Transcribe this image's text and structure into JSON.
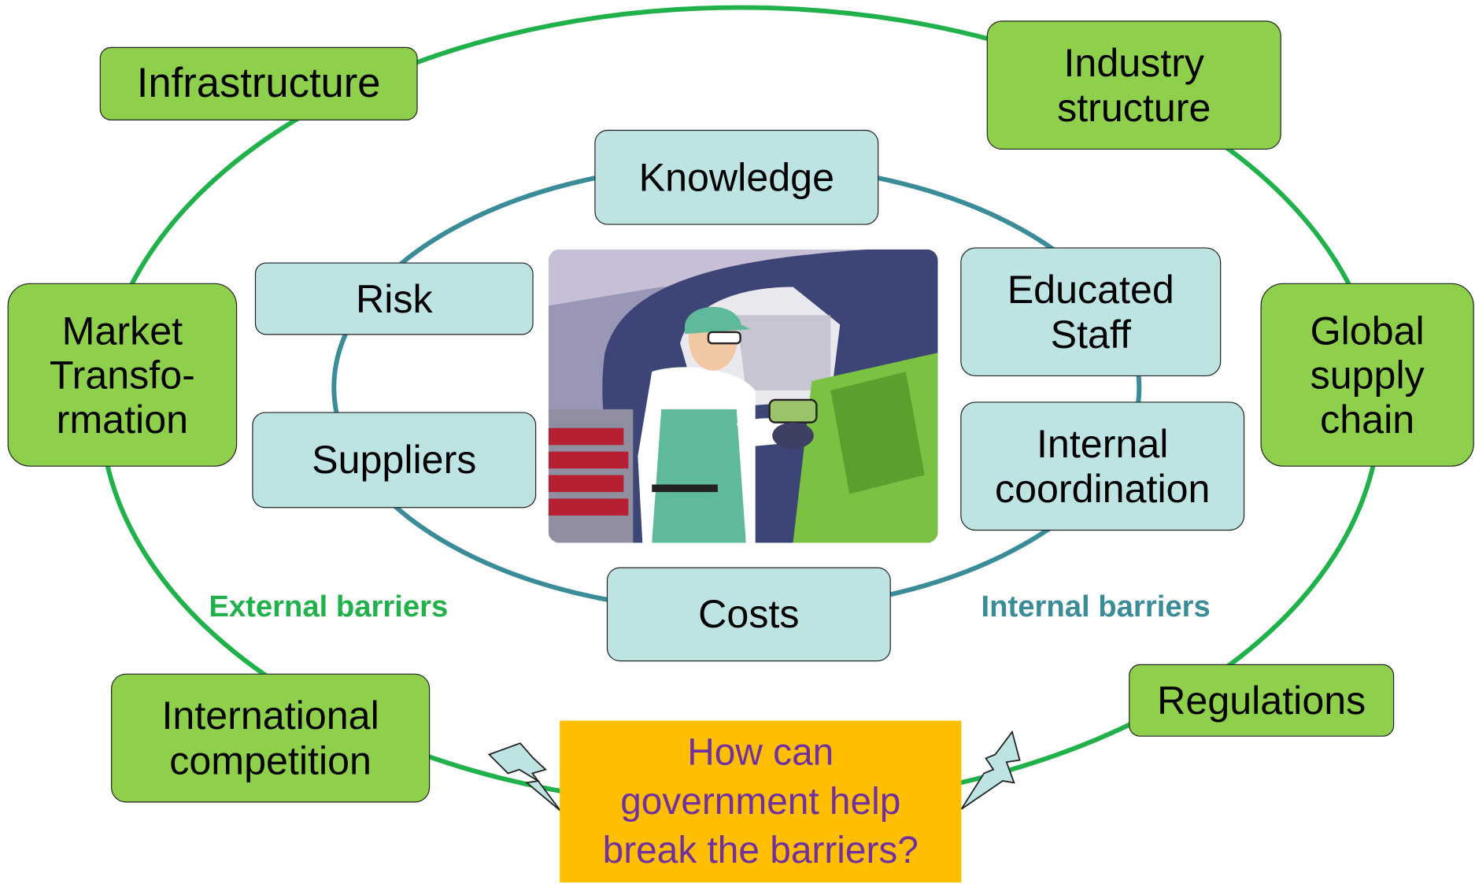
{
  "outer_ring_color": "#21b14b",
  "inner_ring_color": "#3a8c99",
  "outer_box_color": "#8ed04b",
  "inner_box_color": "#bde3e2",
  "callout_bg_color": "#ffbf00",
  "callout_text_color": "#7030a0",
  "external_barriers": {
    "label": "External barriers",
    "items": {
      "infrastructure": [
        "Infrastructure"
      ],
      "industry_structure": [
        "Industry",
        "structure"
      ],
      "market_transformation": [
        "Market",
        "Transfo-",
        "rmation"
      ],
      "global_supply_chain": [
        "Global",
        "supply",
        "chain"
      ],
      "international_competition": [
        "International",
        "competition"
      ],
      "regulations": [
        "Regulations"
      ]
    }
  },
  "internal_barriers": {
    "label": "Internal barriers",
    "items": {
      "knowledge": [
        "Knowledge"
      ],
      "risk": [
        "Risk"
      ],
      "suppliers": [
        "Suppliers"
      ],
      "educated_staff": [
        "Educated",
        "Staff"
      ],
      "internal_coordination": [
        "Internal",
        "coordination"
      ],
      "costs": [
        "Costs"
      ]
    }
  },
  "center_image": "factory-worker-with-drill-illustration",
  "callout": {
    "lines": [
      "How can",
      "government help",
      "break the barriers?"
    ]
  }
}
